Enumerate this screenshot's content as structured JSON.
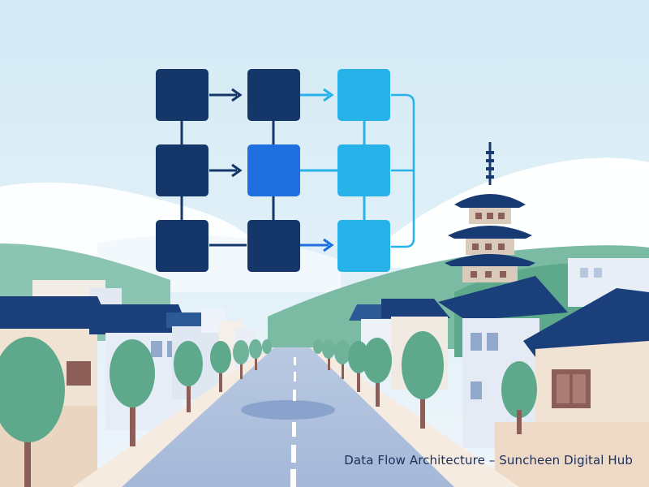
{
  "caption": "Data Flow Architecture – Suncheen Digital Hub",
  "diagram": {
    "grid": {
      "columns": 3,
      "rows": 3,
      "node_states": [
        [
          "dark",
          "dark",
          "light"
        ],
        [
          "dark",
          "active",
          "light"
        ],
        [
          "dark",
          "dark",
          "light"
        ]
      ]
    },
    "colors": {
      "dark": "#143668",
      "active": "#1f6fe0",
      "light": "#28b2ea",
      "connector_dark": "#143668",
      "connector_light": "#28b2ea"
    }
  },
  "scene": {
    "sky_top": "#d8ecf6",
    "sky_bottom": "#eef6fb",
    "road": "#a9bddc",
    "hills": "#6fb39a",
    "roof": "#1b3f7a",
    "tree": "#5ea98c",
    "pagoda_roof": "#173a73"
  }
}
